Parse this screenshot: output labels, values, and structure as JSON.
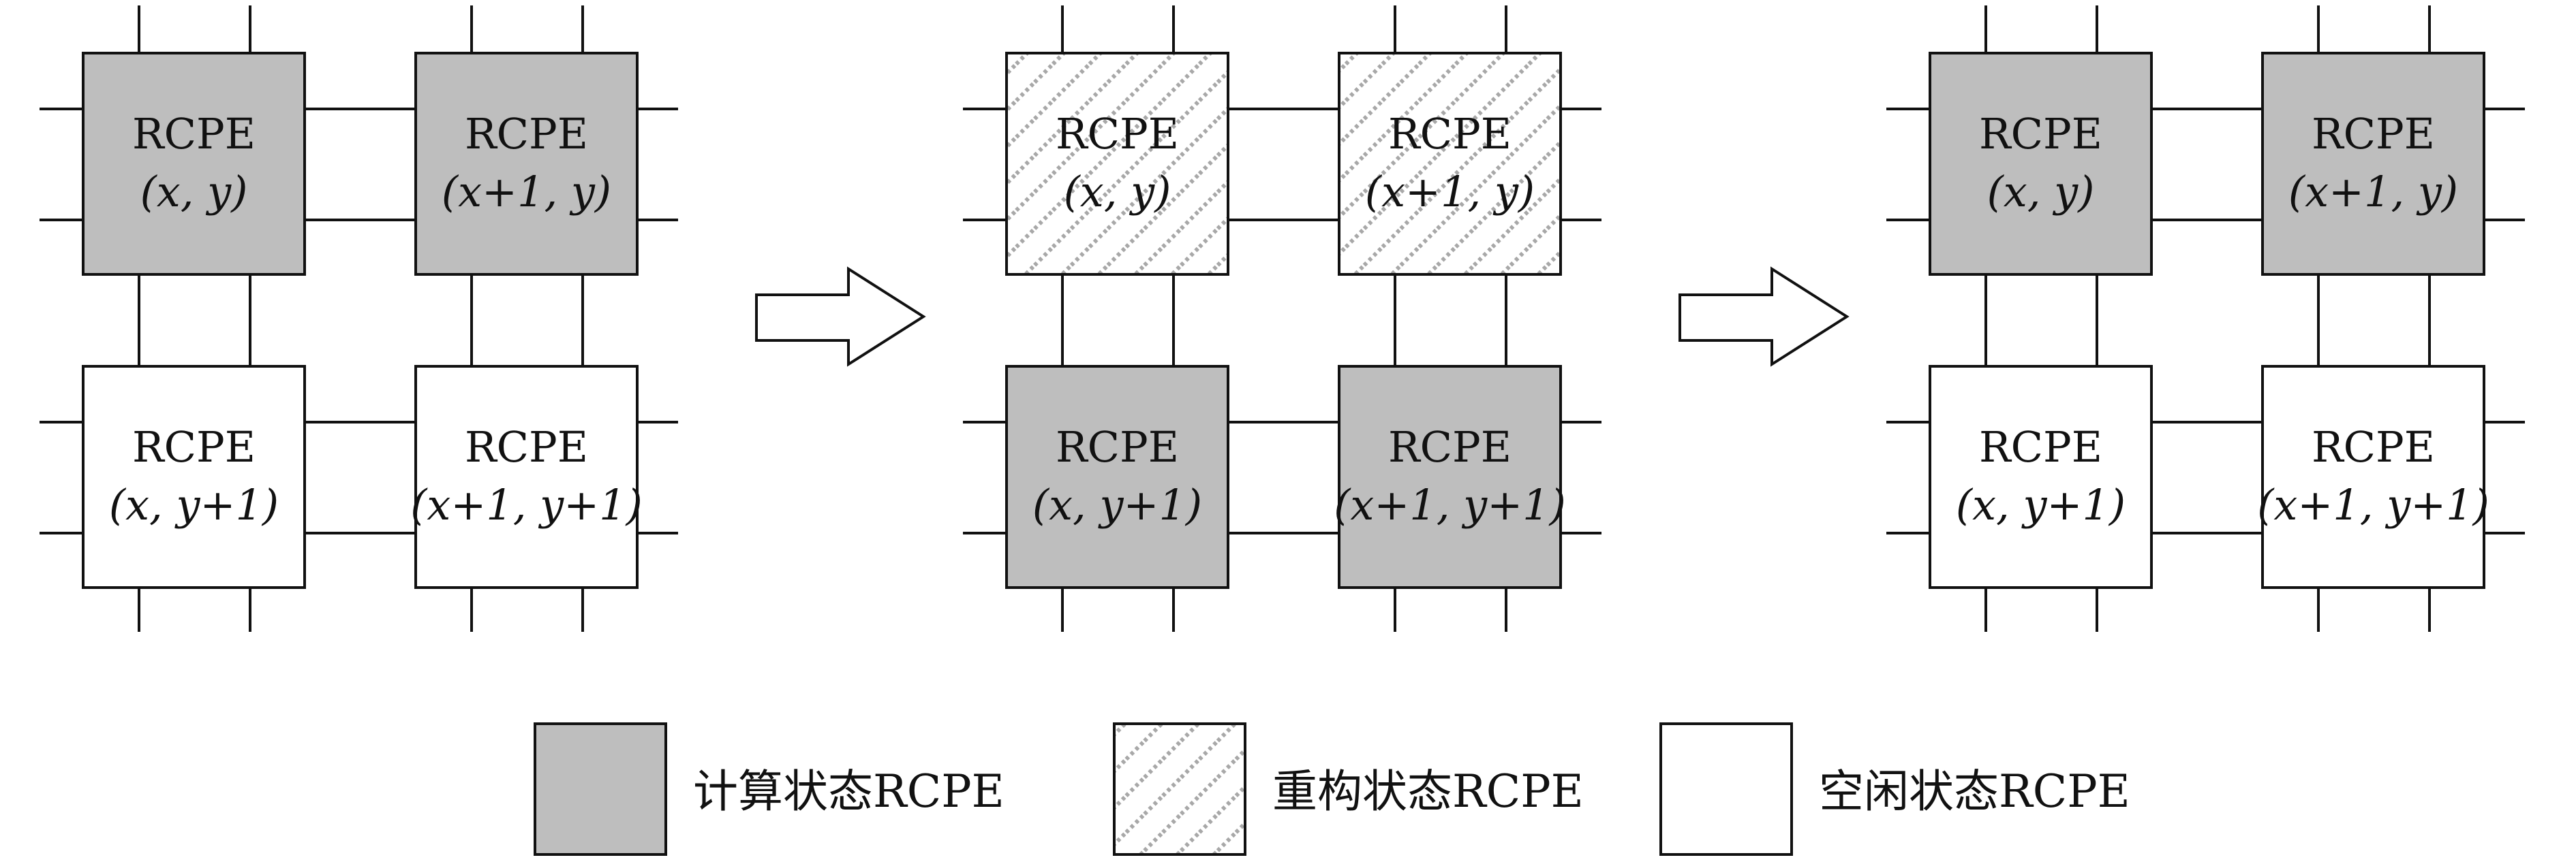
{
  "colors": {
    "compute_fill": "#bebebe",
    "idle_fill": "#ffffff",
    "hatch_line": "#a8a8a8",
    "stroke": "#111111"
  },
  "panels": [
    {
      "cells": [
        {
          "label": "RCPE",
          "coord": "(x, y)",
          "state": "compute"
        },
        {
          "label": "RCPE",
          "coord": "(x+1, y)",
          "state": "compute"
        },
        {
          "label": "RCPE",
          "coord": "(x, y+1)",
          "state": "idle"
        },
        {
          "label": "RCPE",
          "coord": "(x+1, y+1)",
          "state": "idle"
        }
      ]
    },
    {
      "cells": [
        {
          "label": "RCPE",
          "coord": "(x, y)",
          "state": "reconfig"
        },
        {
          "label": "RCPE",
          "coord": "(x+1, y)",
          "state": "reconfig"
        },
        {
          "label": "RCPE",
          "coord": "(x, y+1)",
          "state": "compute"
        },
        {
          "label": "RCPE",
          "coord": "(x+1, y+1)",
          "state": "compute"
        }
      ]
    },
    {
      "cells": [
        {
          "label": "RCPE",
          "coord": "(x, y)",
          "state": "compute"
        },
        {
          "label": "RCPE",
          "coord": "(x+1, y)",
          "state": "compute"
        },
        {
          "label": "RCPE",
          "coord": "(x, y+1)",
          "state": "idle"
        },
        {
          "label": "RCPE",
          "coord": "(x+1, y+1)",
          "state": "idle"
        }
      ]
    }
  ],
  "legend": [
    {
      "state": "compute",
      "label": "计算状态RCPE"
    },
    {
      "state": "reconfig",
      "label": "重构状态RCPE"
    },
    {
      "state": "idle",
      "label": "空闲状态RCPE"
    }
  ]
}
